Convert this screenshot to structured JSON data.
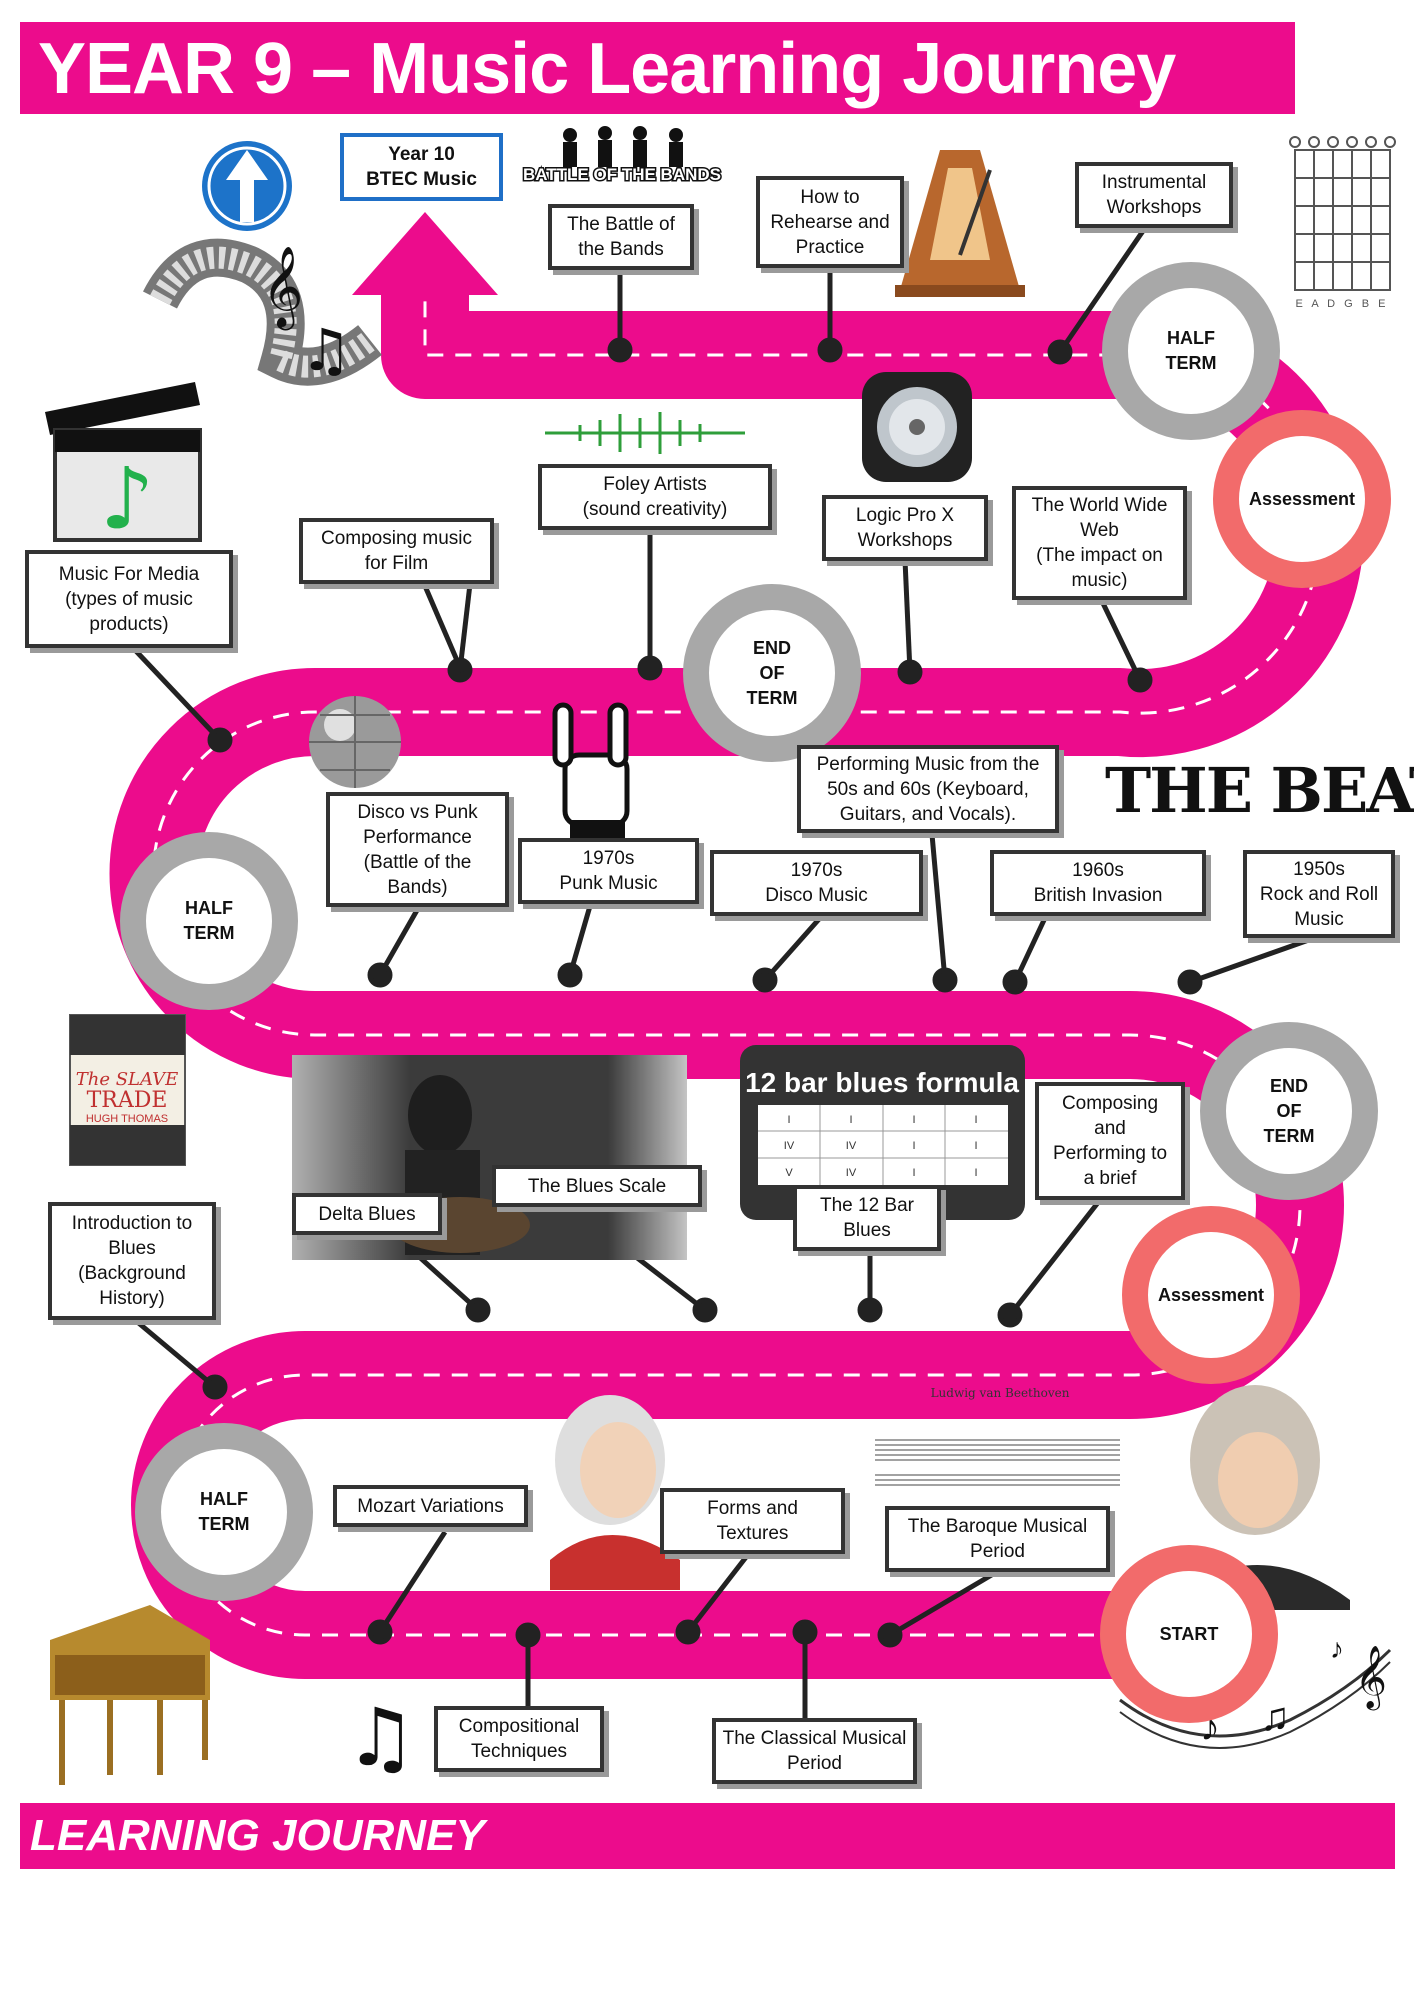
{
  "header": {
    "title": "YEAR 9 – Music Learning Journey"
  },
  "footer": {
    "label": "LEARNING JOURNEY"
  },
  "milestones": {
    "half_term_1": "HALF\nTERM",
    "assessment_1": "Assessment",
    "end_of_term_1": "END\nOF\nTERM",
    "half_term_2": "HALF\nTERM",
    "end_of_term_2": "END\nOF\nTERM",
    "assessment_2": "Assessment",
    "half_term_3": "HALF\nTERM",
    "start": "START"
  },
  "topics": {
    "year10": "Year 10\nBTEC Music",
    "battle_bands": "The Battle of\nthe Bands",
    "rehearse": "How to\nRehearse and\nPractice",
    "instrumental": "Instrumental\nWorkshops",
    "foley": "Foley Artists\n(sound creativity)",
    "composing_film": "Composing music\nfor Film",
    "music_media": "Music For Media\n(types of music\nproducts)",
    "logic": "Logic Pro X\nWorkshops",
    "www": "The World Wide\nWeb\n(The impact on\nmusic)",
    "disco_punk": "Disco vs Punk\nPerformance\n(Battle of the\nBands)",
    "punk70": "1970s\nPunk Music",
    "performing_50s": "Performing Music from the\n50s and 60s (Keyboard,\nGuitars, and Vocals).",
    "disco70": "1970s\nDisco Music",
    "british60": "1960s\nBritish Invasion",
    "rock50": "1950s\nRock and Roll\nMusic",
    "intro_blues": "Introduction to\nBlues\n(Background\nHistory)",
    "delta": "Delta Blues",
    "blues_scale": "The Blues Scale",
    "twelve_bar": "The 12 Bar\nBlues",
    "brief": "Composing\nand\nPerforming to\na brief",
    "mozart": "Mozart Variations",
    "forms": "Forms and\nTextures",
    "baroque": "The Baroque Musical\nPeriod",
    "compositional": "Compositional\nTechniques",
    "classical": "The Classical Musical\nPeriod"
  },
  "images": {
    "battle_logo": "BATTLE OF THE BANDS",
    "beatles_logo": "THE BEATLES",
    "blues_card_title": "12 bar blues formula",
    "blues_card_rows": [
      [
        "I",
        "I",
        "I",
        "I"
      ],
      [
        "IV",
        "IV",
        "I",
        "I"
      ],
      [
        "V",
        "IV",
        "I",
        "I"
      ]
    ],
    "slave_trade_book": [
      "The SLAVE",
      "TRADE",
      "HUGH THOMAS"
    ],
    "guitar_strings": "E A D G B E",
    "beethoven_score": "Ludwig van Beethoven"
  },
  "colors": {
    "road": "#ec0c8c",
    "half_term": "#a8a8a8",
    "assessment": "#f26b6b"
  }
}
